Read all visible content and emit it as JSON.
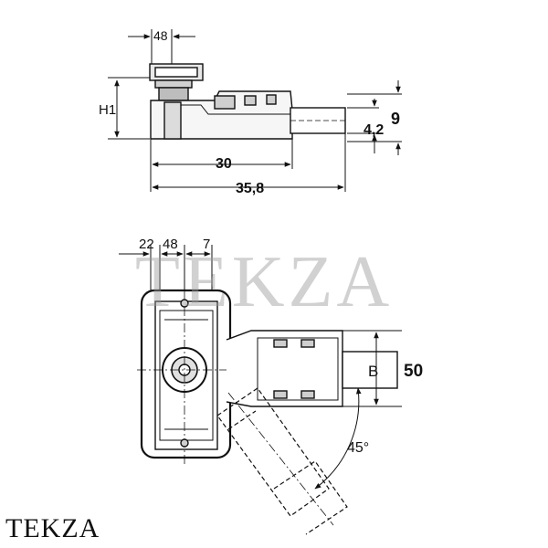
{
  "watermark": "TEKZA",
  "brand": "TEKZA",
  "dims": {
    "top_4_8": "48",
    "h1": "H1",
    "d_9": "9",
    "d_4_2": "4,2",
    "d_30": "30",
    "d_35_8": "35,8",
    "d_2_2": "22",
    "d_4_8b": "48",
    "d_7": "7",
    "b": "B",
    "d_50": "50",
    "angle": "45°"
  }
}
